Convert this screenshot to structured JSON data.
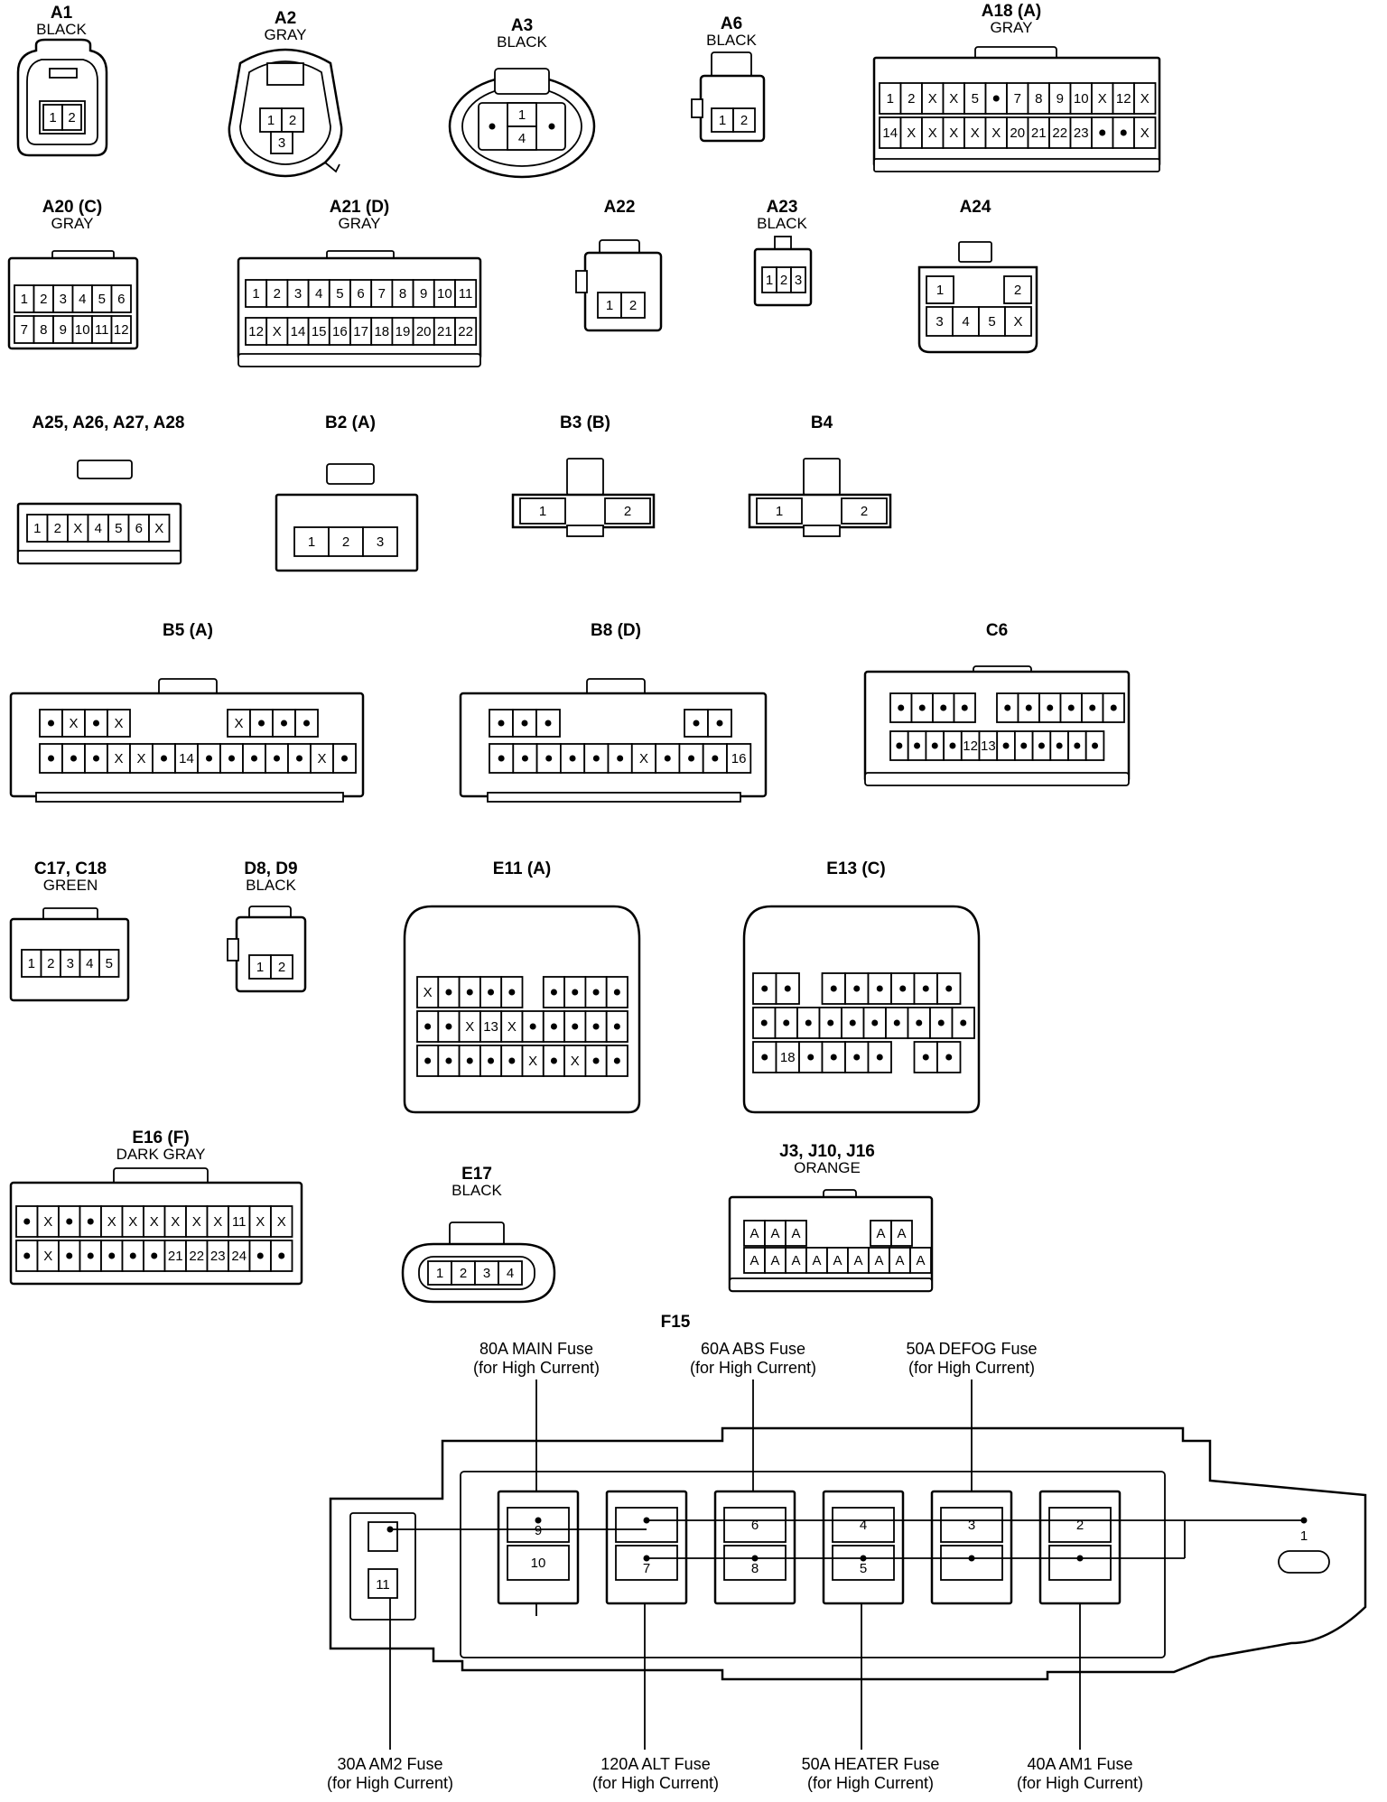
{
  "connectors": [
    {
      "id": "a1",
      "name": "A1",
      "color": "BLACK",
      "rows": [
        [
          "1",
          "2"
        ]
      ]
    },
    {
      "id": "a2",
      "name": "A2",
      "color": "GRAY",
      "rows": [
        [
          "1",
          "2"
        ],
        [
          "3"
        ]
      ]
    },
    {
      "id": "a3",
      "name": "A3",
      "color": "BLACK",
      "rows": [
        [
          "•",
          "1",
          "•"
        ],
        [
          "4"
        ]
      ]
    },
    {
      "id": "a6",
      "name": "A6",
      "color": "BLACK",
      "rows": [
        [
          "1",
          "2"
        ]
      ]
    },
    {
      "id": "a18",
      "name": "A18 (A)",
      "color": "GRAY",
      "rows": [
        [
          "1",
          "2",
          "X",
          "X",
          "5",
          "•",
          "7",
          "8",
          "9",
          "10",
          "X",
          "12",
          "X"
        ],
        [
          "14",
          "X",
          "X",
          "X",
          "X",
          "X",
          "20",
          "21",
          "22",
          "23",
          "•",
          "•",
          "X"
        ]
      ]
    },
    {
      "id": "a20",
      "name": "A20 (C)",
      "color": "GRAY",
      "rows": [
        [
          "1",
          "2",
          "3",
          "4",
          "5",
          "6"
        ],
        [
          "7",
          "8",
          "9",
          "10",
          "11",
          "12"
        ]
      ]
    },
    {
      "id": "a21",
      "name": "A21 (D)",
      "color": "GRAY",
      "rows": [
        [
          "1",
          "2",
          "3",
          "4",
          "5",
          "6",
          "7",
          "8",
          "9",
          "10",
          "11"
        ],
        [
          "12",
          "X",
          "14",
          "15",
          "16",
          "17",
          "18",
          "19",
          "20",
          "21",
          "22"
        ]
      ]
    },
    {
      "id": "a22",
      "name": "A22",
      "color": "",
      "rows": [
        [
          "1",
          "2"
        ]
      ]
    },
    {
      "id": "a23",
      "name": "A23",
      "color": "BLACK",
      "rows": [
        [
          "1",
          "2",
          "3"
        ]
      ]
    },
    {
      "id": "a24",
      "name": "A24",
      "color": "",
      "rows": [
        [
          "1",
          "2"
        ],
        [
          "3",
          "4",
          "5",
          "X"
        ]
      ]
    },
    {
      "id": "a25",
      "name": "A25, A26, A27, A28",
      "color": "",
      "rows": [
        [
          "1",
          "2",
          "X",
          "4",
          "5",
          "6",
          "X"
        ]
      ]
    },
    {
      "id": "b2",
      "name": "B2 (A)",
      "color": "",
      "rows": [
        [
          "1",
          "2",
          "3"
        ]
      ]
    },
    {
      "id": "b3",
      "name": "B3 (B)",
      "color": "",
      "rows": [
        [
          "1",
          "2"
        ]
      ]
    },
    {
      "id": "b4",
      "name": "B4",
      "color": "",
      "rows": [
        [
          "1",
          "2"
        ]
      ]
    },
    {
      "id": "b5",
      "name": "B5 (A)",
      "color": "",
      "rows": [
        [
          "•",
          "X",
          "•",
          "X",
          "X",
          "•",
          "•",
          "•"
        ],
        [
          "•",
          "•",
          "•",
          "X",
          "X",
          "•",
          "14",
          "•",
          "•",
          "•",
          "•",
          "•",
          "X",
          "•"
        ]
      ]
    },
    {
      "id": "b8",
      "name": "B8 (D)",
      "color": "",
      "rows": [
        [
          "•",
          "•",
          "•",
          "•",
          "•"
        ],
        [
          "•",
          "•",
          "•",
          "•",
          "•",
          "•",
          "X",
          "•",
          "•",
          "•",
          "16"
        ]
      ]
    },
    {
      "id": "c6",
      "name": "C6",
      "color": "",
      "rows": [
        [
          "•",
          "•",
          "•",
          "•",
          "•",
          "•",
          "•",
          "•",
          "•",
          "•"
        ],
        [
          "•",
          "•",
          "•",
          "•",
          "12",
          "13",
          "•",
          "•",
          "•",
          "•",
          "•",
          "•"
        ]
      ]
    },
    {
      "id": "c17",
      "name": "C17, C18",
      "color": "GREEN",
      "rows": [
        [
          "1",
          "2",
          "3",
          "4",
          "5"
        ]
      ]
    },
    {
      "id": "d8",
      "name": "D8, D9",
      "color": "BLACK",
      "rows": [
        [
          "1",
          "2"
        ]
      ]
    },
    {
      "id": "e11",
      "name": "E11 (A)",
      "color": "",
      "rows": [
        [
          "X",
          "•",
          "•",
          "•",
          "•",
          "•",
          "•",
          "•",
          "•"
        ],
        [
          "•",
          "•",
          "X",
          "13",
          "X",
          "•",
          "•",
          "•",
          "•",
          "•"
        ],
        [
          "•",
          "•",
          "•",
          "•",
          "•",
          "X",
          "•",
          "X",
          "•",
          "•"
        ]
      ]
    },
    {
      "id": "e13",
      "name": "E13 (C)",
      "color": "",
      "rows": [
        [
          "•",
          "•",
          "•",
          "•",
          "•",
          "•",
          "•",
          "•"
        ],
        [
          "•",
          "•",
          "•",
          "•",
          "•",
          "•",
          "•",
          "•",
          "•",
          "•"
        ],
        [
          "•",
          "18",
          "•",
          "•",
          "•",
          "•",
          "•",
          "•"
        ]
      ]
    },
    {
      "id": "e16",
      "name": "E16 (F)",
      "color": "DARK GRAY",
      "rows": [
        [
          "•",
          "X",
          "•",
          "•",
          "X",
          "X",
          "X",
          "X",
          "X",
          "X",
          "11",
          "X",
          "X"
        ],
        [
          "•",
          "X",
          "•",
          "•",
          "•",
          "•",
          "•",
          "21",
          "22",
          "23",
          "24",
          "•",
          "•"
        ]
      ]
    },
    {
      "id": "e17",
      "name": "E17",
      "color": "BLACK",
      "rows": [
        [
          "1",
          "2",
          "3",
          "4"
        ]
      ]
    },
    {
      "id": "j3",
      "name": "J3, J10, J16",
      "color": "ORANGE",
      "rows": [
        [
          "A",
          "A",
          "A",
          "A",
          "A"
        ],
        [
          "A",
          "A",
          "A",
          "A",
          "A",
          "A",
          "A",
          "A",
          "A"
        ]
      ]
    }
  ],
  "fuse_box": {
    "title": "F15",
    "top_labels": [
      {
        "line1": "80A MAIN Fuse",
        "line2": "(for High Current)"
      },
      {
        "line1": "60A ABS Fuse",
        "line2": "(for High Current)"
      },
      {
        "line1": "50A DEFOG Fuse",
        "line2": "(for High Current)"
      }
    ],
    "bottom_labels": [
      {
        "line1": "30A AM2 Fuse",
        "line2": "(for High Current)"
      },
      {
        "line1": "120A ALT Fuse",
        "line2": "(for High Current)"
      },
      {
        "line1": "50A HEATER Fuse",
        "line2": "(for High Current)"
      },
      {
        "line1": "40A AM1 Fuse",
        "line2": "(for High Current)"
      }
    ],
    "terminals": [
      "1",
      "2",
      "3",
      "4",
      "5",
      "6",
      "7",
      "8",
      "9",
      "10",
      "11"
    ]
  }
}
